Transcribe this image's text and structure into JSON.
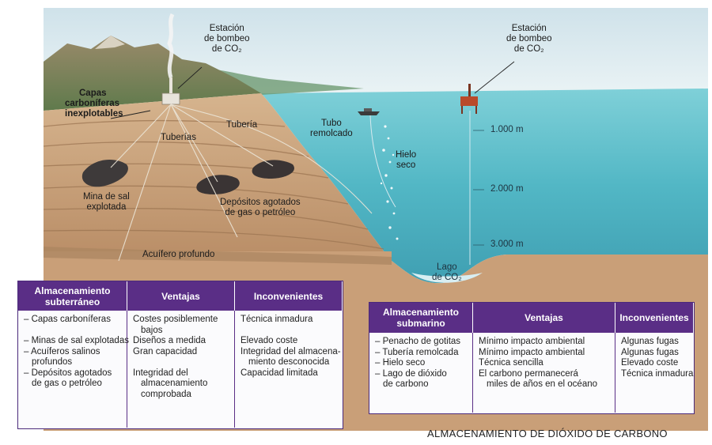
{
  "colors": {
    "table_header": "#5a2e86",
    "sea": "#58bdc9",
    "rock": "#c7a07a"
  },
  "labels": {
    "land_station": [
      "Estación",
      "de bombeo",
      "de CO₂"
    ],
    "sea_station": [
      "Estación",
      "de bombeo",
      "de CO₂"
    ],
    "coal_layers": [
      "Capas",
      "carboníferas",
      "inexplotables"
    ],
    "pipes": "Tuberías",
    "pipe": "Tubería",
    "towed_pipe": [
      "Tubo",
      "remolcado"
    ],
    "dry_ice": [
      "Hielo",
      "seco"
    ],
    "salt_mine": [
      "Mina de sal",
      "explotada"
    ],
    "depleted_deposits": [
      "Depósitos agotados",
      "de gas o petróleo"
    ],
    "deep_aquifer": "Acuífero profundo",
    "co2_lake": [
      "Lago",
      "de CO₂"
    ],
    "depth_1": "1.000 m",
    "depth_2": "2.000 m",
    "depth_3": "3.000 m"
  },
  "underground_table": {
    "headers": [
      "Almacenamiento subterráneo",
      "Ventajas",
      "Inconvenientes"
    ],
    "col1": [
      "– Capas carboníferas",
      "",
      "– Minas de sal explotadas",
      "– Acuíferos salinos",
      "  profundos",
      "– Depósitos agotados",
      "  de gas o petróleo"
    ],
    "col2": [
      "Costes posiblemente",
      "bajos",
      "Diseños a medida",
      "Gran capacidad",
      "",
      "Integridad del",
      "almacenamiento",
      "comprobada"
    ],
    "col3": [
      "Técnica inmadura",
      "",
      "Elevado coste",
      "Integridad del almacena-",
      "miento desconocida",
      "Capacidad limitada"
    ]
  },
  "submarine_table": {
    "headers": [
      "Almacenamiento submarino",
      "Ventajas",
      "Inconvenientes"
    ],
    "col1": [
      "– Penacho de gotitas",
      "– Tubería remolcada",
      "– Hielo seco",
      "– Lago de dióxido",
      "  de carbono"
    ],
    "col2": [
      "Mínimo impacto ambiental",
      "Mínimo impacto ambiental",
      "Técnica sencilla",
      "El carbono permanecerá",
      "miles de años en el océano"
    ],
    "col3": [
      "Algunas fugas",
      "Algunas fugas",
      "Elevado coste",
      "Técnica inmadura"
    ]
  },
  "caption": "ALMACENAMIENTO DE DIÓXIDO DE CARBONO"
}
